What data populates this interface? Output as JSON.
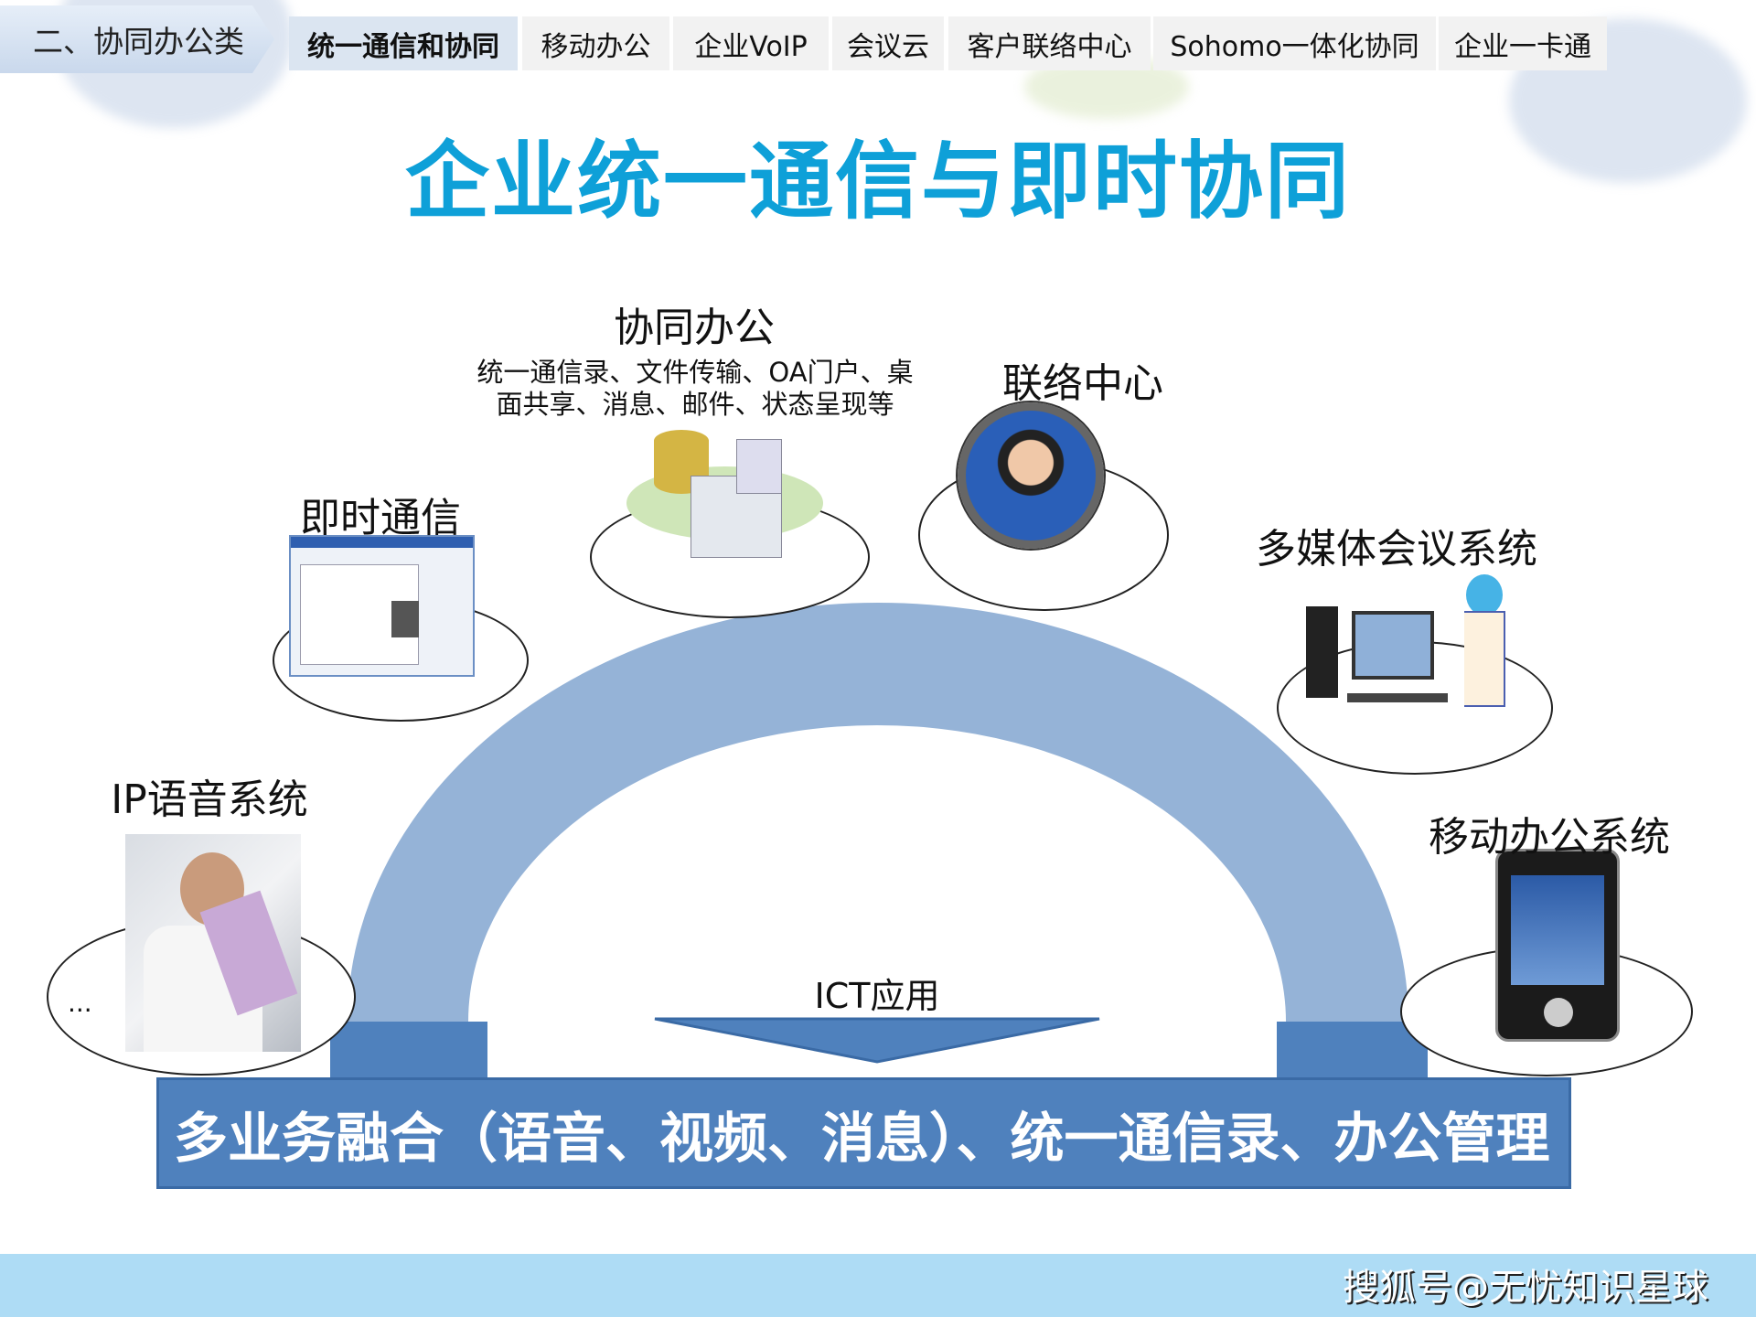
{
  "section_label": "二、协同办公类",
  "tabs": [
    {
      "label": "统一通信和协同",
      "active": true
    },
    {
      "label": "移动办公"
    },
    {
      "label": "企业VoIP"
    },
    {
      "label": "会议云"
    },
    {
      "label": "客户联络中心"
    },
    {
      "label": "Sohomo一体化协同"
    },
    {
      "label": "企业一卡通"
    }
  ],
  "title": "企业统一通信与即时协同",
  "nodes": {
    "ip_voice": {
      "label": "IP语音系统",
      "extra": "..."
    },
    "im": {
      "label": "即时通信"
    },
    "collab": {
      "label": "协同办公",
      "desc_line1": "统一通信录、文件传输、OA门户、桌",
      "desc_line2": "面共享、消息、邮件、状态呈现等"
    },
    "contact": {
      "label": "联络中心"
    },
    "conference": {
      "label": "多媒体会议系统"
    },
    "mobile": {
      "label": "移动办公系统"
    }
  },
  "ict_label": "ICT应用",
  "bottom_bar": "多业务融合（语音、视频、消息）、统一通信录、办公管理",
  "watermark": "搜狐号@无忧知识星球",
  "colors": {
    "title": "#0ea0d8",
    "arch": "#95b3d7",
    "bar": "#4f81bd",
    "strip": "#aedcf5"
  }
}
